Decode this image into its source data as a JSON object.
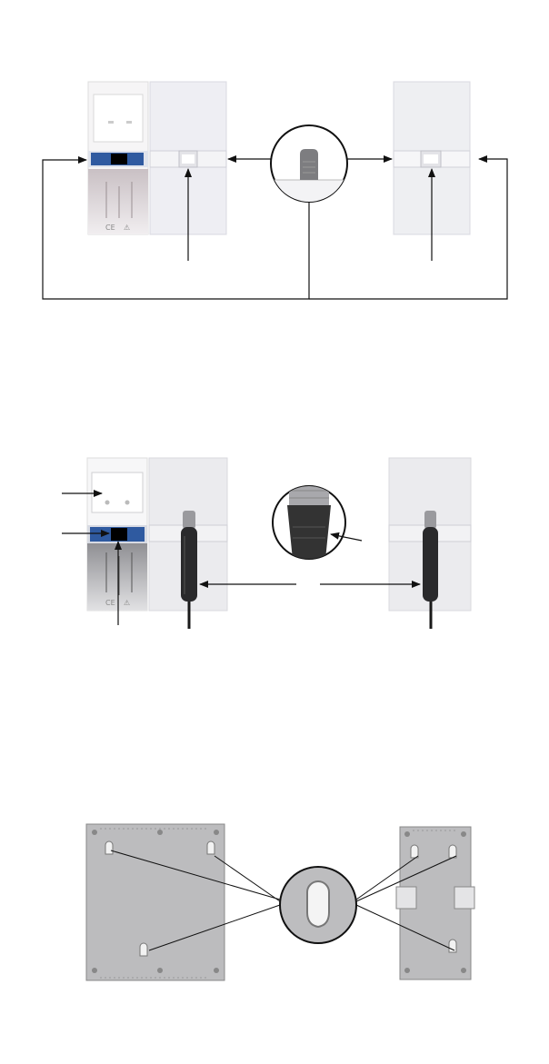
{
  "figures": [
    {
      "id": "figure-1",
      "subject": "wall-bracket-holder-installation"
    },
    {
      "id": "figure-2",
      "subject": "handpiece-placement"
    },
    {
      "id": "figure-3",
      "subject": "rear-mounting-keyholes"
    }
  ],
  "device_labels": {
    "ce_mark": "CE",
    "warning_mark": "⚠"
  },
  "colors": {
    "display_blue": "#2f5aa0",
    "arrow": "#111111",
    "panel_light": "#ededf2",
    "panel_grey": "#c8c8cc",
    "back_plate": "#bdbdbd"
  },
  "icons": {
    "callout_zoom": "magnifier-circle-icon",
    "mount_keyhole": "keyhole-icon"
  }
}
